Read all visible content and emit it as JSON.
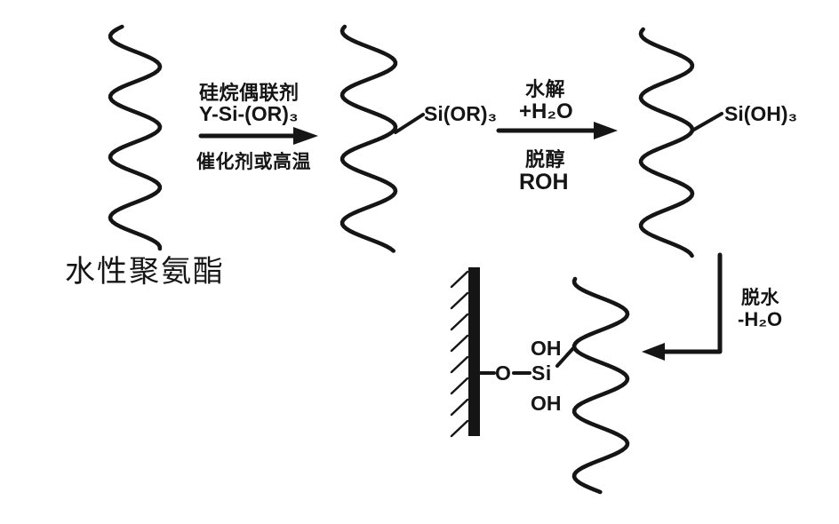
{
  "colors": {
    "ink": "#151515",
    "background": "#ffffff"
  },
  "diagram": {
    "polymer_label": "水性聚氨酯",
    "step1": {
      "reagent_line1": "硅烷偶联剂",
      "reagent_line2": "Y-Si-(OR)₃",
      "condition": "催化剂或高温"
    },
    "intermediate1_group": "Si(OR)₃",
    "step2": {
      "above_line1": "水解",
      "above_line2": "+H₂O",
      "below_line1": "脱醇",
      "below_line2": "ROH"
    },
    "intermediate2_group": "Si(OH)₃",
    "step3": {
      "line1": "脱水",
      "line2": "-H₂O"
    },
    "product": {
      "oh_top": "OH",
      "oxygen": "O",
      "silicon": "Si",
      "oh_bottom": "OH"
    }
  }
}
